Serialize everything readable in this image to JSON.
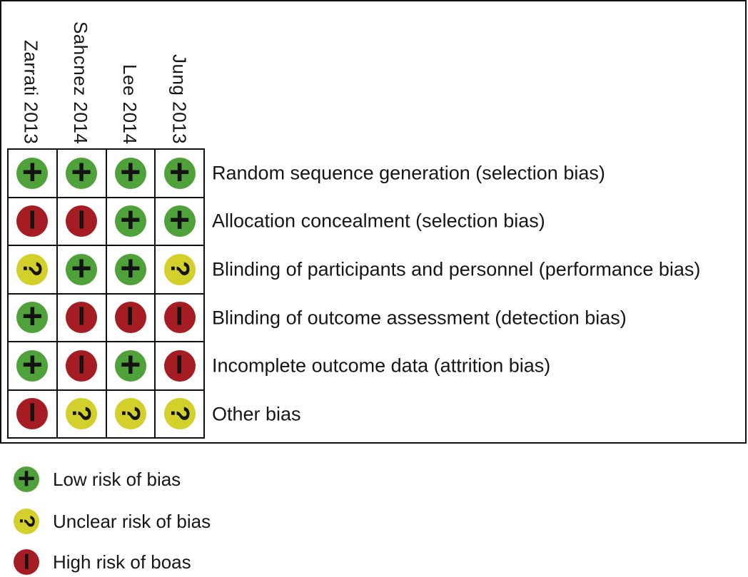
{
  "chart_data": {
    "type": "table",
    "description": "Risk of bias summary grid: judgement per study (columns) and bias domain (rows)",
    "columns": [
      "Zarrati 2013",
      "Sahcnez 2014",
      "Lee 2014",
      "Jung 2013"
    ],
    "rows": [
      "Random sequence generation (selection bias)",
      "Allocation concealment (selection bias)",
      "Blinding of participants and personnel (performance bias)",
      "Blinding of outcome assessment (detection bias)",
      "Incomplete outcome data (attrition bias)",
      "Other bias"
    ],
    "values": [
      [
        "low",
        "low",
        "low",
        "low"
      ],
      [
        "high",
        "high",
        "low",
        "low"
      ],
      [
        "unclear",
        "low",
        "low",
        "unclear"
      ],
      [
        "low",
        "high",
        "high",
        "high"
      ],
      [
        "low",
        "high",
        "low",
        "high"
      ],
      [
        "high",
        "unclear",
        "unclear",
        "unclear"
      ]
    ],
    "legend": [
      {
        "judgement": "low",
        "label": "Low risk of bias"
      },
      {
        "judgement": "unclear",
        "label": "Unclear risk of bias"
      },
      {
        "judgement": "high",
        "label": "High risk of boas"
      }
    ]
  },
  "symbols": {
    "low": "+",
    "high": "−",
    "unclear": "?"
  },
  "symbol_class": {
    "low": "plus",
    "high": "minus",
    "unclear": "question"
  },
  "colors": {
    "low": "#4fa139",
    "unclear": "#d4d02b",
    "high": "#a51d23",
    "symbol": "#131313",
    "border": "#0f0f0f",
    "background": "#ffffff"
  }
}
